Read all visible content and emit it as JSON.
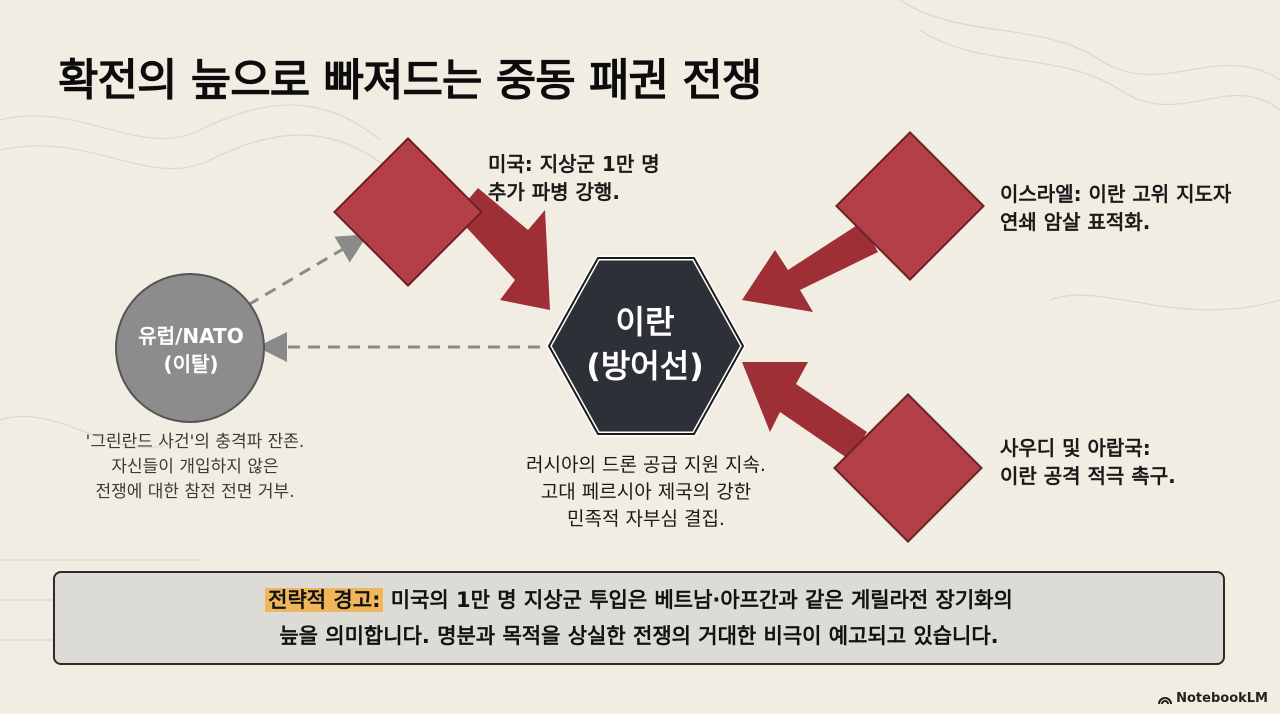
{
  "title": "확전의 늪으로 빠져드는 중동 패권 전쟁",
  "center": {
    "name": "이란",
    "sub": "(방어선)"
  },
  "europe": {
    "name": "유럽/NATO",
    "sub": "(이탈)"
  },
  "actors": {
    "usa": {
      "line1": "미국: 지상군 1만 명",
      "line2": "추가 파병 강행."
    },
    "israel": {
      "line1": "이스라엘: 이란 고위 지도자",
      "line2": "연쇄 암살 표적화."
    },
    "saudi": {
      "line1": "사우디 및 아랍국:",
      "line2": "이란 공격 적극 촉구."
    }
  },
  "europe_note": {
    "line1": "'그린란드 사건'의 충격파 잔존.",
    "line2": "자신들이 개입하지 않은",
    "line3": "전쟁에 대한 참전 전면 거부."
  },
  "iran_note": {
    "line1": "러시아의 드론 공급 지원 지속.",
    "line2": "고대 페르시아 제국의 강한",
    "line3": "민족적 자부심 결집."
  },
  "warning": {
    "label": "전략적 경고:",
    "line1": " 미국의 1만 명 지상군 투입은 베트남·아프간과 같은 게릴라전 장기화의",
    "line2": "늪을 의미합니다. 명분과 목적을 상실한 전쟁의 거대한 비극이 예고되고 있습니다."
  },
  "brand": "NotebookLM",
  "colors": {
    "attacker": "#b34049",
    "arrow": "#9e2f36",
    "center": "#2e3038",
    "europe": "#8c8c8c",
    "highlight": "#f0b75a"
  }
}
